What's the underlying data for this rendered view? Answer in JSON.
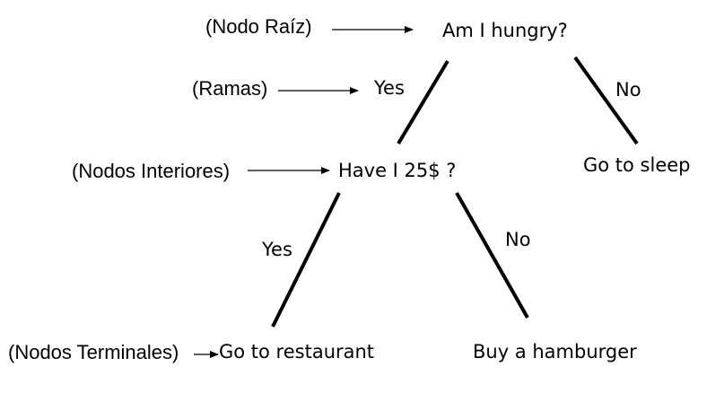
{
  "diagram": {
    "nodes": {
      "root": "Am I hungry?",
      "interior": "Have I 25$ ?",
      "sleep": "Go to sleep",
      "restaurant": "Go to restaurant",
      "hamburger": "Buy a hamburger"
    },
    "branch_labels": {
      "root_yes": "Yes",
      "root_no": "No",
      "interior_yes": "Yes",
      "interior_no": "No"
    },
    "annotations": {
      "root_node": "(Nodo Raíz)",
      "branches": "(Ramas)",
      "interior_nodes": "(Nodos Interiores)",
      "terminal_nodes": "(Nodos Terminales)"
    }
  }
}
